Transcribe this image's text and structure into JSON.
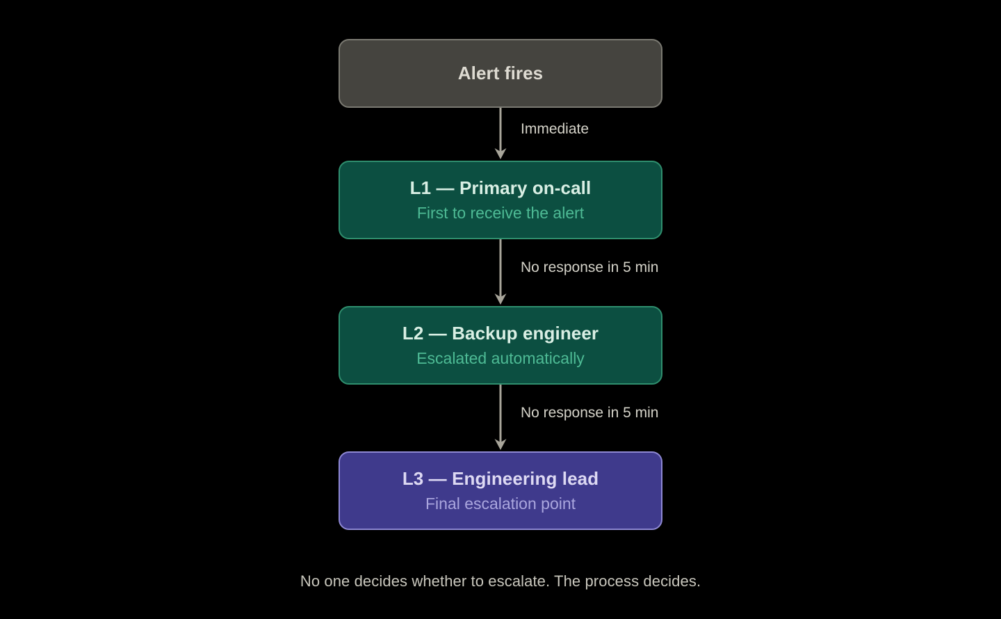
{
  "diagram": {
    "background": "#000000",
    "nodes": [
      {
        "id": "alert-fires",
        "kind": "trigger",
        "title": "Alert fires",
        "subtitle": "",
        "fill": "#45443f",
        "border": "#7b7a72",
        "title_color": "#dedbd2"
      },
      {
        "id": "l1-primary-on-call",
        "kind": "level",
        "title": "L1 — Primary on-call",
        "subtitle": "First to receive the alert",
        "fill": "#0c4f41",
        "border": "#2f8f6e",
        "title_color": "#d9efe4",
        "subtitle_color": "#4ebb95"
      },
      {
        "id": "l2-backup-engineer",
        "kind": "level",
        "title": "L2 — Backup engineer",
        "subtitle": "Escalated automatically",
        "fill": "#0c4f41",
        "border": "#2f8f6e",
        "title_color": "#d9efe4",
        "subtitle_color": "#4ebb95"
      },
      {
        "id": "l3-engineering-lead",
        "kind": "final",
        "title": "L3 — Engineering lead",
        "subtitle": "Final escalation point",
        "fill": "#3f3a8c",
        "border": "#8e88d4",
        "title_color": "#ddd9f3",
        "subtitle_color": "#aaa6de"
      }
    ],
    "edges": [
      {
        "id": "edge-alert-to-l1",
        "from": "alert-fires",
        "to": "l1-primary-on-call",
        "label": "Immediate",
        "color": "#a8a59a"
      },
      {
        "id": "edge-l1-to-l2",
        "from": "l1-primary-on-call",
        "to": "l2-backup-engineer",
        "label": "No response in 5 min",
        "color": "#a8a59a"
      },
      {
        "id": "edge-l2-to-l3",
        "from": "l2-backup-engineer",
        "to": "l3-engineering-lead",
        "label": "No response in 5 min",
        "color": "#a8a59a"
      }
    ],
    "caption": "No one decides whether to escalate. The process decides.",
    "caption_color": "#c9c7bd"
  }
}
